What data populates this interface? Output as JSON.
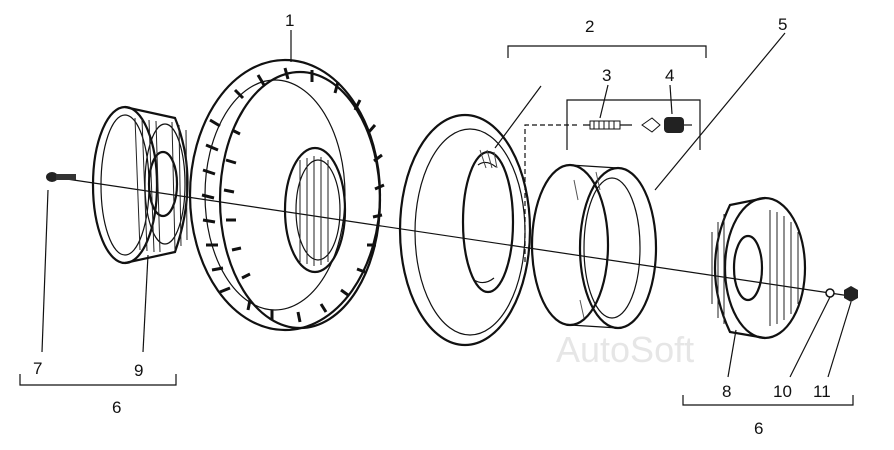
{
  "diagram": {
    "labels": {
      "l1": "1",
      "l2": "2",
      "l3": "3",
      "l4": "4",
      "l5": "5",
      "l6_left": "6",
      "l6_right": "6",
      "l7": "7",
      "l8": "8",
      "l9": "9",
      "l10": "10",
      "l11": "11"
    },
    "watermark": "AutoSoft"
  }
}
